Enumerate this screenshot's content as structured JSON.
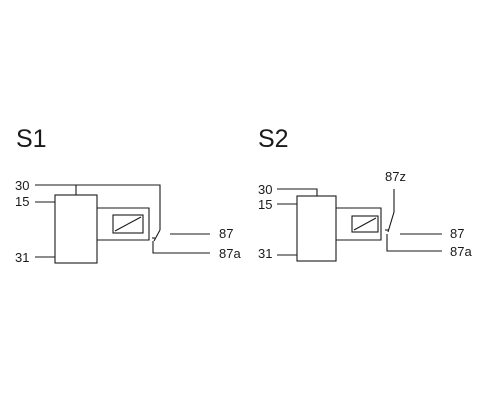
{
  "diagrams": [
    {
      "title": "S1",
      "pins": {
        "p30": "30",
        "p15": "15",
        "p31": "31",
        "p87": "87",
        "p87a": "87a"
      }
    },
    {
      "title": "S2",
      "pins": {
        "p87z": "87z",
        "p30": "30",
        "p15": "15",
        "p31": "31",
        "p87": "87",
        "p87a": "87a"
      }
    }
  ]
}
